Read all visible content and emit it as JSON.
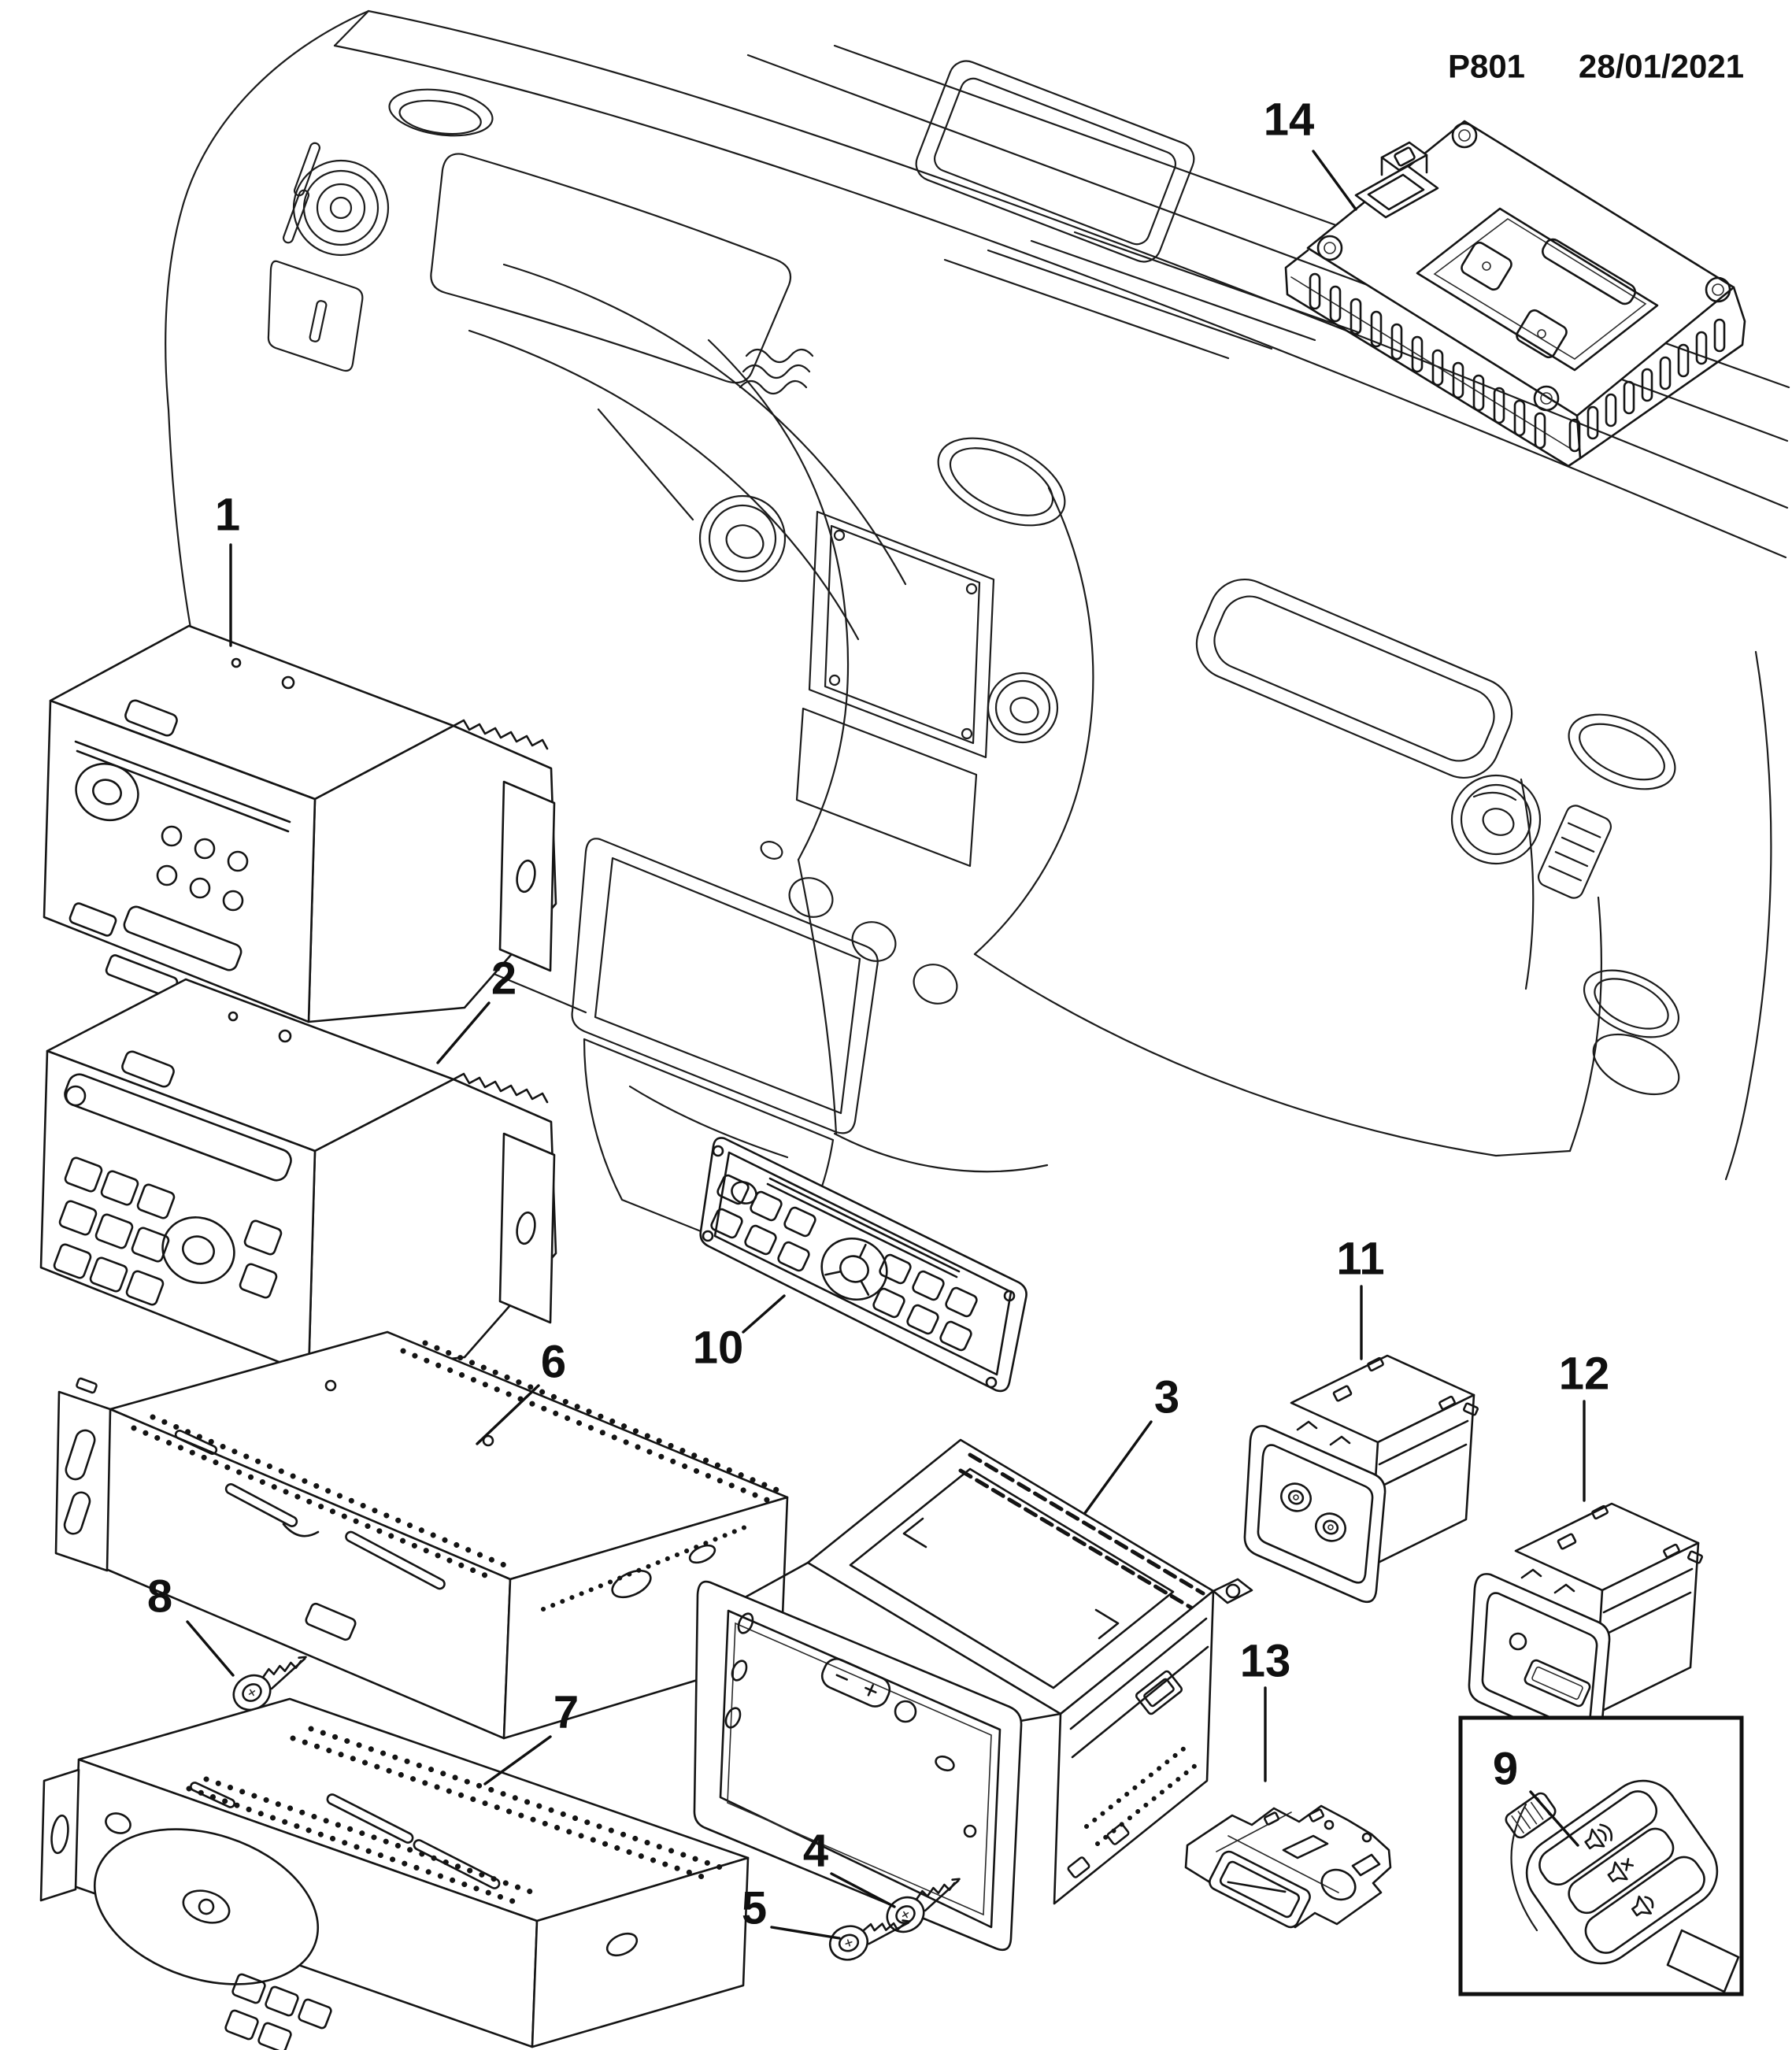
{
  "header": {
    "code": "P801",
    "date": "28/01/2021"
  },
  "callouts": {
    "c1": "1",
    "c2": "2",
    "c3": "3",
    "c4": "4",
    "c5": "5",
    "c6": "6",
    "c7": "7",
    "c8": "8",
    "c9": "9",
    "c10": "10",
    "c11": "11",
    "c12": "12",
    "c13": "13",
    "c14": "14"
  }
}
